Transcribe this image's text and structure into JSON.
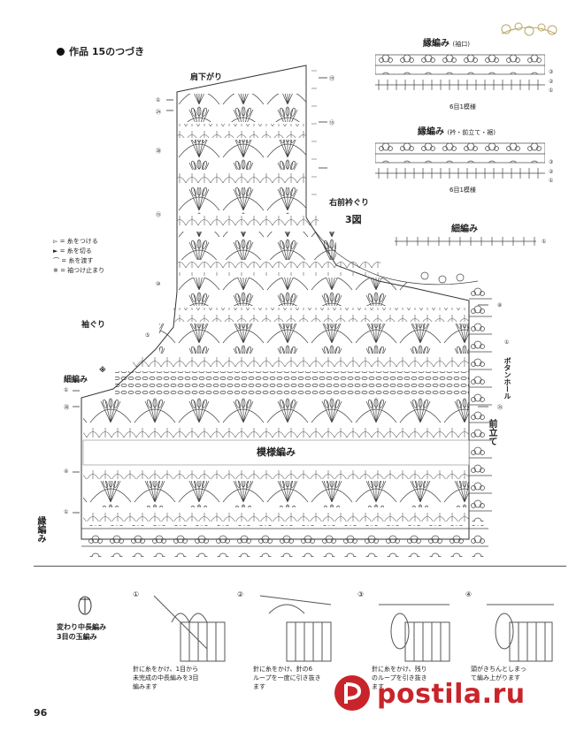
{
  "header": {
    "title": "作品 15のつづき",
    "page_number": "96"
  },
  "diagram": {
    "shoulder_label": "肩下がり",
    "right_front_neck_label": "右前衿ぐり",
    "figure_label": "3図",
    "armhole_label": "袖ぐり",
    "fine_edge_label": "細編み",
    "pattern_label": "模様編み",
    "buttonhole_label": "ボタンホール",
    "front_edge_label": "前立て",
    "edging_label_vertical": "縁編み",
    "asterisk": "※"
  },
  "legend": [
    "▻ = 糸をつける",
    "► = 糸を切る",
    "⌒ = 糸を渡す",
    "※ = 袖つけ止まり"
  ],
  "row_numbers": {
    "r1_top": "①",
    "r24": "㉔",
    "r20": "⑳",
    "r15": "⑮",
    "r10": "⑩",
    "r5": "⑤",
    "r1_left": "①",
    "r28": "㉘",
    "r4": "④",
    "r1_bottom": "①",
    "r19": "⑲",
    "r15b": "⑮",
    "r8": "⑧",
    "r25": "㉕",
    "r1_right": "①"
  },
  "edging_samples": [
    {
      "title": "縁編み",
      "sub": "(袖口)",
      "caption": "6目1模様",
      "rows": [
        "③",
        "②",
        "①"
      ]
    },
    {
      "title": "縁編み",
      "sub": "(衿・前立て・裾)",
      "caption": "6目1模様",
      "rows": [
        "③",
        "②",
        "①"
      ]
    },
    {
      "title": "細編み",
      "sub": "",
      "caption": "",
      "rows": [
        "①"
      ]
    }
  ],
  "stitch": {
    "name_line1": "変わり中長編み",
    "name_line2": "3目の玉編み"
  },
  "steps": [
    {
      "num": "①",
      "line1": "針に糸をかけ、1目から",
      "line2": "未完成の中長編みを3目",
      "line3": "編みます"
    },
    {
      "num": "②",
      "line1": "針に糸をかけ、針の6",
      "line2": "ループを一度に引き抜き",
      "line3": "ます"
    },
    {
      "num": "③",
      "line1": "針に糸をかけ、残り",
      "line2": "のループを引き抜き",
      "line3": "ます"
    },
    {
      "num": "④",
      "line1": "頭がきちんとしまっ",
      "line2": "て編み上がります",
      "line3": ""
    }
  ],
  "watermark": "postila.ru"
}
